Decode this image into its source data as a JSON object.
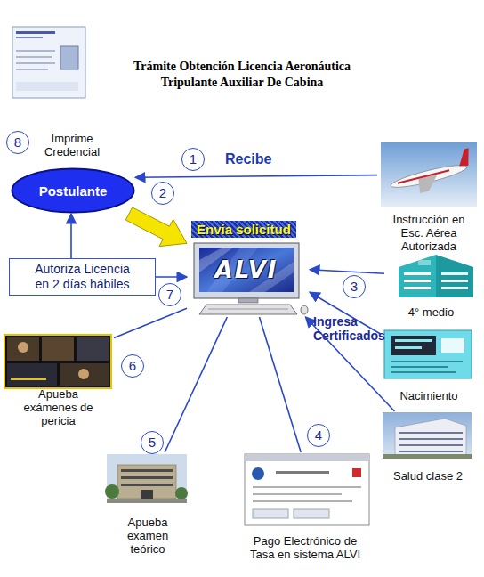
{
  "diagram": {
    "title": "Trámite Obtención Licencia Aeronáutica Tripulante Auxiliar De Cabina",
    "nodes": [
      {
        "text": [
          "Imprime Credencial"
        ]
      },
      {
        "text": [
          "Postulante"
        ]
      },
      {
        "text": [
          "Instrucción en Esc. Aérea Autorizada"
        ]
      },
      {
        "text": [
          "ALVI"
        ]
      },
      {
        "text": [
          "Autoriza Licencia en 2 días hábiles"
        ]
      },
      {
        "text": [
          "4° medio"
        ]
      },
      {
        "text": [
          "Nacimiento"
        ]
      },
      {
        "text": [
          "Salud clase 2"
        ]
      },
      {
        "text": [
          "Apueba exámenes de pericia"
        ]
      },
      {
        "text": [
          "Apueba examen teórico"
        ]
      },
      {
        "text": [
          "Pago Electrónico de Tasa en sistema ALVI"
        ]
      }
    ],
    "edges": [
      {
        "from": 2,
        "to": 1,
        "label": "Recibe",
        "arrow": "to"
      },
      {
        "from": 1,
        "to": 3,
        "label": "Envia solicitud",
        "arrow": "to"
      },
      {
        "from": 5,
        "to": 3,
        "arrow": "to"
      },
      {
        "from": 6,
        "to": 3,
        "arrow": "to"
      },
      {
        "from": 7,
        "to": 3,
        "arrow": "to"
      },
      {
        "from": 3,
        "to": 8,
        "arrow": "none"
      },
      {
        "from": 3,
        "to": 9,
        "arrow": "none"
      },
      {
        "from": 3,
        "to": 10,
        "arrow": "none"
      },
      {
        "from": 4,
        "to": 3,
        "arrow": "to"
      },
      {
        "from": 4,
        "to": 1,
        "arrow": "to"
      }
    ],
    "labels": [
      "1",
      "2",
      "3",
      "4",
      "5",
      "6",
      "7",
      "8",
      "Ingresa Certificados"
    ]
  }
}
